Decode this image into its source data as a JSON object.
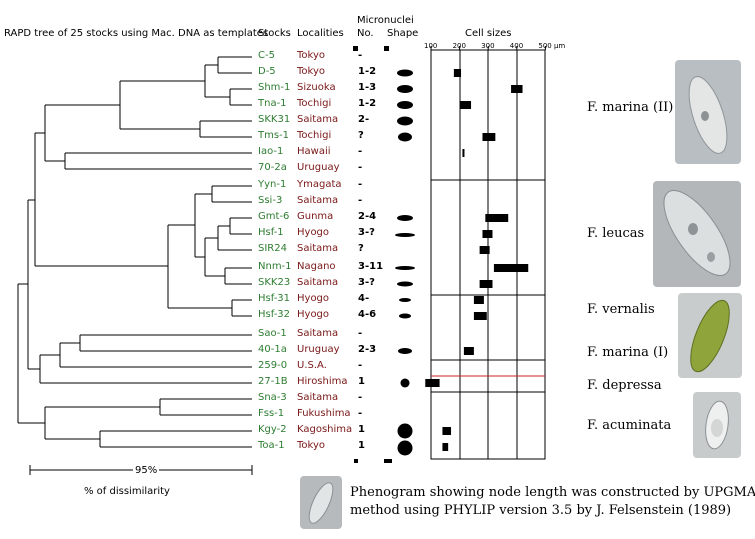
{
  "title": "RAPD tree of 25 stocks using Mac. DNA as templates",
  "headers": {
    "stocks": "Stocks",
    "localities": "Localities",
    "micronuclei": "Micronuclei",
    "no": "No.",
    "shape": "Shape",
    "cell_sizes": "Cell sizes"
  },
  "size_axis": {
    "ticks": [
      "100",
      "200",
      "300",
      "400",
      "500 μm"
    ]
  },
  "scale": {
    "label": "95%",
    "caption": "% of dissimilarity"
  },
  "stocks": [
    {
      "name": "C-5",
      "locality": "Tokyo",
      "mic_no": "-",
      "size": null
    },
    {
      "name": "D-5",
      "locality": "Tokyo",
      "mic_no": "1-2",
      "size": [
        180,
        205
      ]
    },
    {
      "name": "Shm-1",
      "locality": "Sizuoka",
      "mic_no": "1-3",
      "size": [
        380,
        420
      ]
    },
    {
      "name": "Tna-1",
      "locality": "Tochigi",
      "mic_no": "1-2",
      "size": [
        200,
        240
      ]
    },
    {
      "name": "SKK31",
      "locality": "Saitama",
      "mic_no": "2-",
      "size": null
    },
    {
      "name": "Tms-1",
      "locality": "Tochigi",
      "mic_no": "?",
      "size": [
        280,
        325
      ]
    },
    {
      "name": "Iao-1",
      "locality": "Hawaii",
      "mic_no": "-",
      "size": [
        210,
        215
      ]
    },
    {
      "name": "70-2a",
      "locality": "Uruguay",
      "mic_no": "-",
      "size": null
    },
    {
      "name": "Yyn-1",
      "locality": "Ymagata",
      "mic_no": "-",
      "size": null
    },
    {
      "name": "Ssi-3",
      "locality": "Saitama",
      "mic_no": "-",
      "size": null
    },
    {
      "name": "Gmt-6",
      "locality": "Gunma",
      "mic_no": "2-4",
      "size": [
        290,
        370
      ]
    },
    {
      "name": "Hsf-1",
      "locality": "Hyogo",
      "mic_no": "3-?",
      "size": [
        280,
        315
      ]
    },
    {
      "name": "SIR24",
      "locality": "Saitama",
      "mic_no": "?",
      "size": [
        270,
        305
      ]
    },
    {
      "name": "Nnm-1",
      "locality": "Nagano",
      "mic_no": "3-11",
      "size": [
        320,
        440
      ]
    },
    {
      "name": "SKK23",
      "locality": "Saitama",
      "mic_no": "3-?",
      "size": [
        270,
        315
      ]
    },
    {
      "name": "Hsf-31",
      "locality": "Hyogo",
      "mic_no": "4-",
      "size": [
        250,
        285
      ]
    },
    {
      "name": "Hsf-32",
      "locality": "Hyogo",
      "mic_no": "4-6",
      "size": [
        250,
        295
      ]
    },
    {
      "name": "Sao-1",
      "locality": "Saitama",
      "mic_no": "-",
      "size": null
    },
    {
      "name": "40-1a",
      "locality": "Uruguay",
      "mic_no": "2-3",
      "size": [
        215,
        250
      ]
    },
    {
      "name": "259-0",
      "locality": "U.S.A.",
      "mic_no": "-",
      "size": null
    },
    {
      "name": "27-1B",
      "locality": "Hiroshima",
      "mic_no": "1",
      "size": [
        80,
        130
      ]
    },
    {
      "name": "Sna-3",
      "locality": "Saitama",
      "mic_no": "-",
      "size": null
    },
    {
      "name": "Fss-1",
      "locality": "Fukushima",
      "mic_no": "-",
      "size": null
    },
    {
      "name": "Kgy-2",
      "locality": "Kagoshima",
      "mic_no": "1",
      "size": [
        140,
        170
      ]
    },
    {
      "name": "Toa-1",
      "locality": "Tokyo",
      "mic_no": "1",
      "size": [
        140,
        160
      ]
    }
  ],
  "species": [
    {
      "name": "F. marina (II)"
    },
    {
      "name": "F. leucas"
    },
    {
      "name": "F. vernalis"
    },
    {
      "name": "F. marina (I)"
    },
    {
      "name": "F. depressa"
    },
    {
      "name": "F. acuminata"
    }
  ],
  "caption": {
    "line1": "Phenogram showing node length was constructed by UPGMA",
    "line2": "method using PHYLIP version 3.5 by J. Felsenstein (1989)"
  },
  "colors": {
    "stock": "#2e7d32",
    "locality": "#7a1717",
    "separator_red": "#c62828",
    "photo_gray": "#b9bec2",
    "photo_green": "#8fa43a"
  }
}
